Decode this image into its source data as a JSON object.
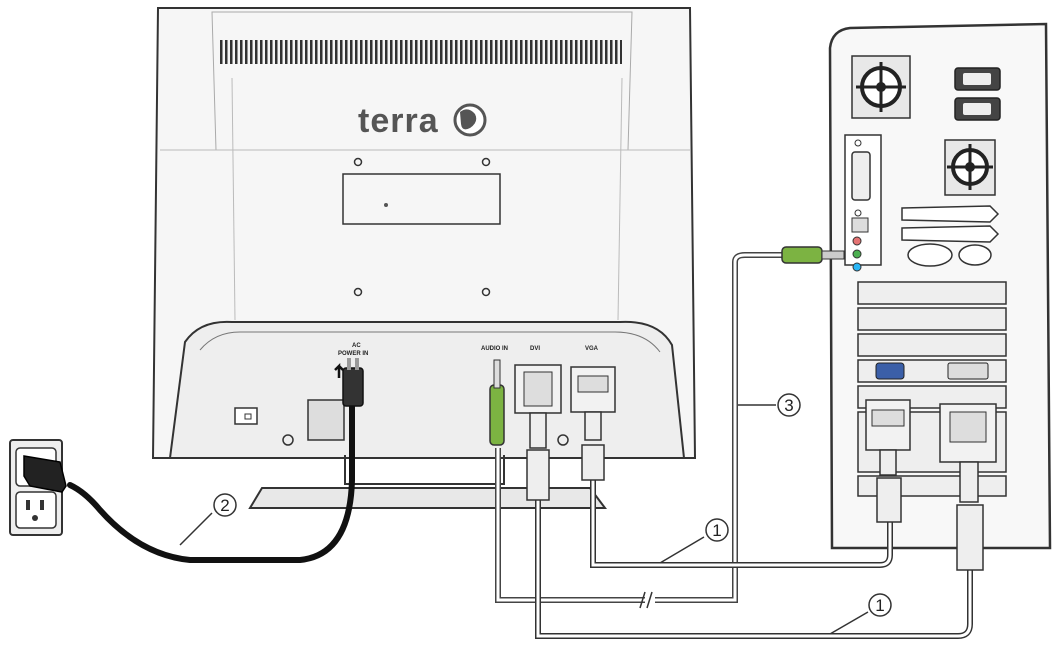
{
  "monitor": {
    "brand": "terra",
    "ports": {
      "ac_power": "AC",
      "ac_power_sub": "POWER IN",
      "audio_in": "AUDIO IN",
      "dvi": "DVI",
      "vga": "VGA"
    }
  },
  "callouts": {
    "cable_1": "1",
    "cable_2": "2",
    "cable_3": "3"
  },
  "colors": {
    "audio_cable": "#7cb342",
    "outline": "#333333",
    "vga_port": "#3b5fa8",
    "line_out_jack": "#4caf50",
    "mic_jack": "#e57373",
    "line_in_jack": "#29b6f6"
  }
}
